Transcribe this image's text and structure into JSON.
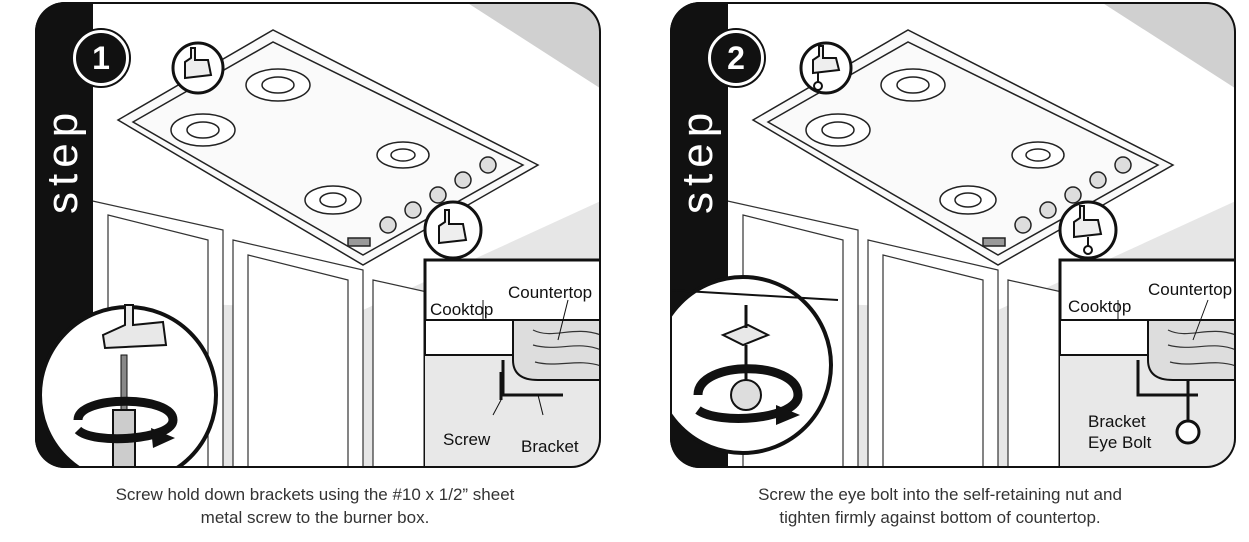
{
  "steps": [
    {
      "number": "1",
      "word": "step",
      "labels": {
        "cooktop": "Cooktop",
        "countertop": "Countertop",
        "screw": "Screw",
        "bracket": "Bracket"
      },
      "caption_line1": "Screw hold down brackets using the #10 x 1/2” sheet",
      "caption_line2": "metal screw to the burner box."
    },
    {
      "number": "2",
      "word": "step",
      "labels": {
        "cooktop": "Cooktop",
        "countertop": "Countertop",
        "bracket": "Bracket",
        "eye_bolt": "Eye Bolt"
      },
      "caption_line1": "Screw the eye bolt into the self-retaining nut and",
      "caption_line2": "tighten firmly against bottom of countertop."
    }
  ],
  "colors": {
    "outline": "#111111",
    "fill": "#e8e8e8",
    "accent": "#000000"
  },
  "icons": [
    "rotation-arrow-icon",
    "screwdriver-icon",
    "bracket-icon",
    "eye-bolt-icon"
  ]
}
